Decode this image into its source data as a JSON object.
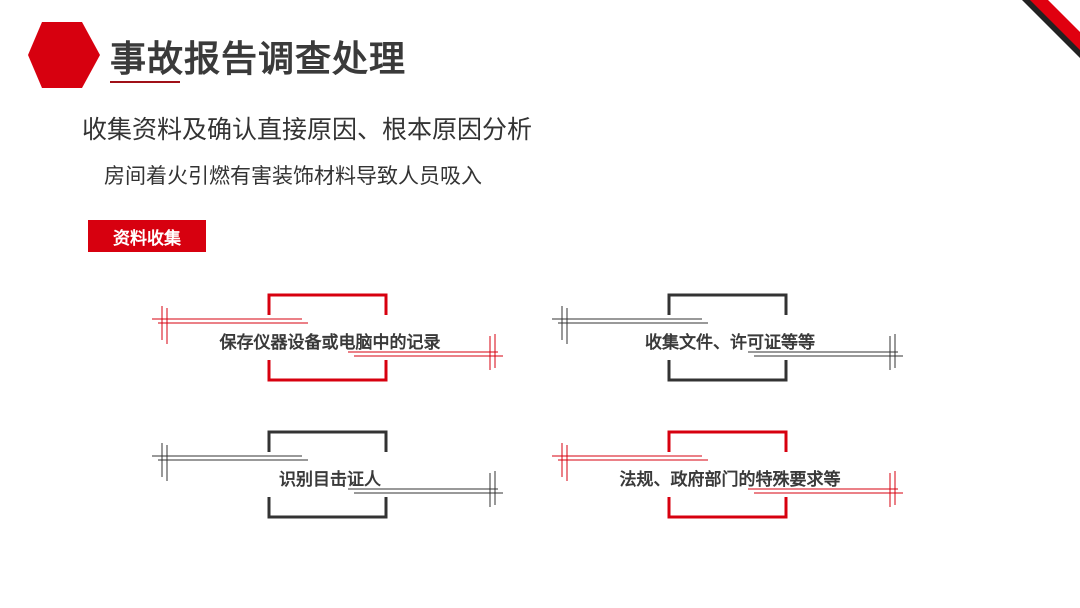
{
  "header": {
    "title": "事故报告调查处理"
  },
  "subtitle": "收集资料及确认直接原因、根本原因分析",
  "description": "房间着火引燃有害装饰材料导致人员吸入",
  "tag": "资料收集",
  "colors": {
    "accent": "#d7000f",
    "dark": "#333333"
  },
  "cards": [
    {
      "label": "保存仪器设备或电脑中的记录",
      "frame": "#d7000f",
      "lines": "#d7000f"
    },
    {
      "label": "收集文件、许可证等等",
      "frame": "#333333",
      "lines": "#333333"
    },
    {
      "label": "识别目击证人",
      "frame": "#333333",
      "lines": "#333333"
    },
    {
      "label": "法规、政府部门的特殊要求等",
      "frame": "#d7000f",
      "lines": "#d7000f"
    }
  ]
}
